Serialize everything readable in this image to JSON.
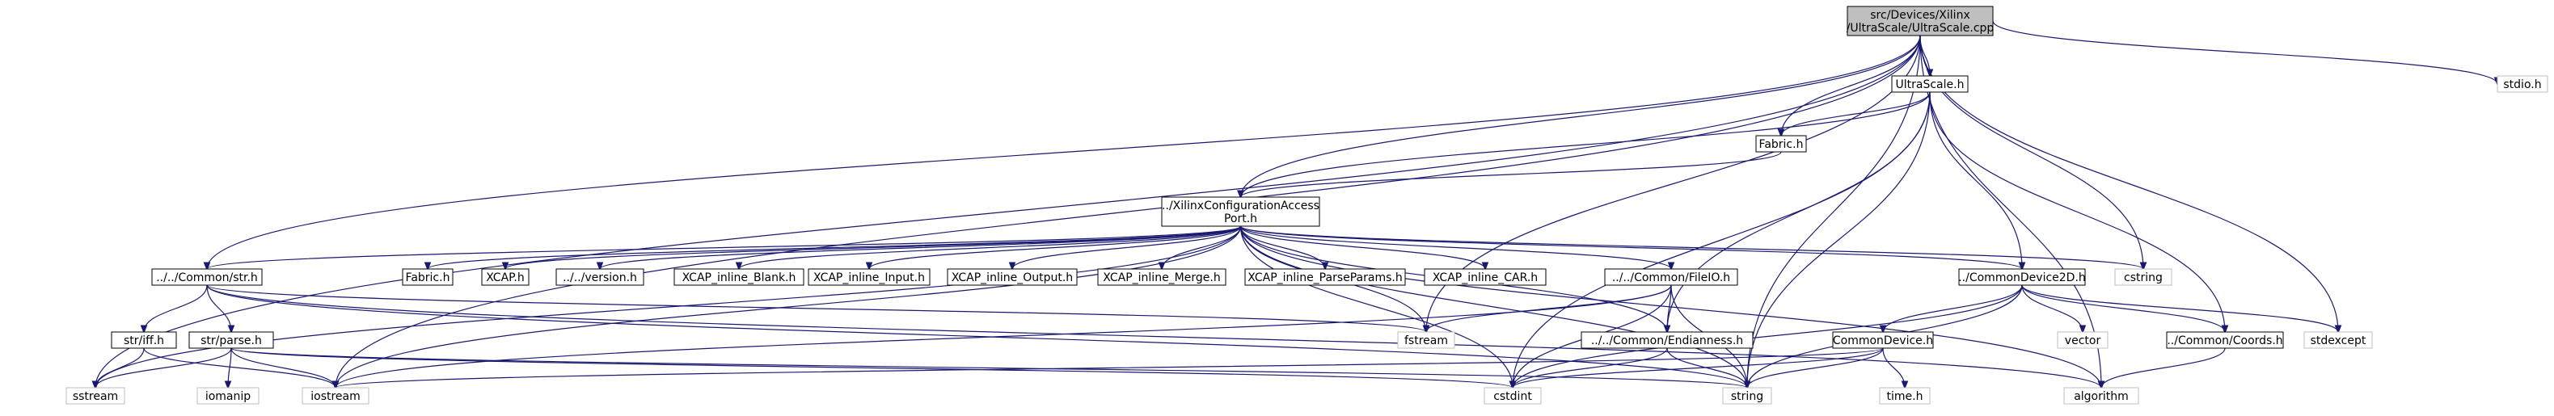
{
  "graph": {
    "type": "include-dependency-graph",
    "edge_color": "#191970",
    "root_fill": "#bfbfbf",
    "system_border": "#bfbfbf",
    "nodes": {
      "root": {
        "lines": [
          "src/Devices/Xilinx",
          "/UltraScale/UltraScale.cpp"
        ],
        "kind": "root"
      },
      "ultrascale_h": {
        "lines": [
          "UltraScale.h"
        ],
        "kind": "file"
      },
      "stdio": {
        "lines": [
          "stdio.h"
        ],
        "kind": "sys"
      },
      "fabric_h": {
        "lines": [
          "Fabric.h"
        ],
        "kind": "file"
      },
      "xcap": {
        "lines": [
          "../XilinxConfigurationAccess",
          "Port.h"
        ],
        "kind": "file"
      },
      "common_str": {
        "lines": [
          "../../Common/str.h"
        ],
        "kind": "file"
      },
      "fabric_h2": {
        "lines": [
          "Fabric.h"
        ],
        "kind": "file"
      },
      "xcap_h": {
        "lines": [
          "XCAP.h"
        ],
        "kind": "file"
      },
      "version": {
        "lines": [
          "../../version.h"
        ],
        "kind": "file"
      },
      "inl_blank": {
        "lines": [
          "XCAP_inline_Blank.h"
        ],
        "kind": "file"
      },
      "inl_input": {
        "lines": [
          "XCAP_inline_Input.h"
        ],
        "kind": "file"
      },
      "inl_output": {
        "lines": [
          "XCAP_inline_Output.h"
        ],
        "kind": "file"
      },
      "inl_merge": {
        "lines": [
          "XCAP_inline_Merge.h"
        ],
        "kind": "file"
      },
      "inl_parse": {
        "lines": [
          "XCAP_inline_ParseParams.h"
        ],
        "kind": "file"
      },
      "inl_car": {
        "lines": [
          "XCAP_inline_CAR.h"
        ],
        "kind": "file"
      },
      "fileio": {
        "lines": [
          "../../Common/FileIO.h"
        ],
        "kind": "file"
      },
      "cd2d": {
        "lines": [
          "../CommonDevice2D.h"
        ],
        "kind": "file"
      },
      "cstring": {
        "lines": [
          "cstring"
        ],
        "kind": "sys"
      },
      "stdexcept": {
        "lines": [
          "stdexcept"
        ],
        "kind": "sys"
      },
      "str_iff": {
        "lines": [
          "str/iff.h"
        ],
        "kind": "file"
      },
      "str_parse": {
        "lines": [
          "str/parse.h"
        ],
        "kind": "file"
      },
      "fstream": {
        "lines": [
          "fstream"
        ],
        "kind": "sys"
      },
      "endian": {
        "lines": [
          "../../Common/Endianness.h"
        ],
        "kind": "file"
      },
      "commondevice": {
        "lines": [
          "CommonDevice.h"
        ],
        "kind": "file"
      },
      "vector": {
        "lines": [
          "vector"
        ],
        "kind": "sys"
      },
      "coords": {
        "lines": [
          "../Common/Coords.h"
        ],
        "kind": "file"
      },
      "sstream": {
        "lines": [
          "sstream"
        ],
        "kind": "sys"
      },
      "iomanip": {
        "lines": [
          "iomanip"
        ],
        "kind": "sys"
      },
      "iostream": {
        "lines": [
          "iostream"
        ],
        "kind": "sys"
      },
      "cstdint": {
        "lines": [
          "cstdint"
        ],
        "kind": "sys"
      },
      "string": {
        "lines": [
          "string"
        ],
        "kind": "sys"
      },
      "time": {
        "lines": [
          "time.h"
        ],
        "kind": "sys"
      },
      "algorithm": {
        "lines": [
          "algorithm"
        ],
        "kind": "sys"
      }
    }
  }
}
